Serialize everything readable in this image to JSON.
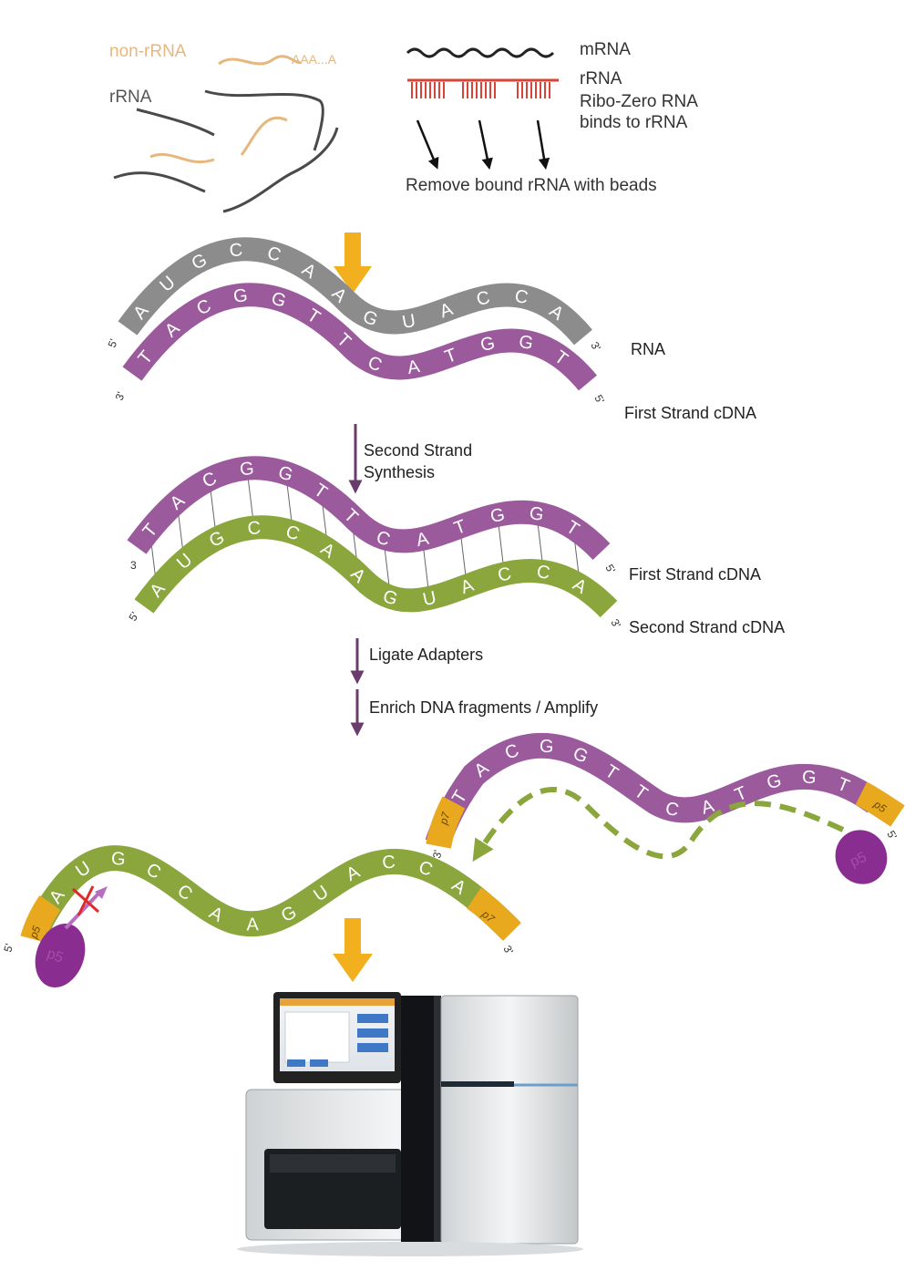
{
  "depletion": {
    "non_rrna_label": "non-rRNA",
    "rrna_label": "rRNA",
    "poly_a": "AAA...A",
    "legend": {
      "mrna": "mRNA",
      "rrna": "rRNA",
      "ribozero_line1": "Ribo-Zero RNA",
      "ribozero_line2": "binds to rRNA"
    },
    "remove_text": "Remove bound rRNA with beads"
  },
  "stage1": {
    "rna_label": "RNA",
    "first_strand_label": "First Strand cDNA",
    "rna_seq": [
      "A",
      "U",
      "G",
      "C",
      "C",
      "A",
      "A",
      "G",
      "U",
      "A",
      "C",
      "C",
      "A"
    ],
    "cdna_seq": [
      "T",
      "A",
      "C",
      "G",
      "G",
      "T",
      "T",
      "C",
      "A",
      "T",
      "G",
      "G",
      "T"
    ],
    "end_5": "5'",
    "end_3": "3'"
  },
  "step_second_strand": {
    "line1": "Second Strand",
    "line2": "Synthesis"
  },
  "stage2": {
    "first_strand_label": "First Strand cDNA",
    "second_strand_label": "Second Strand cDNA",
    "top_seq": [
      "T",
      "A",
      "C",
      "G",
      "G",
      "T",
      "T",
      "C",
      "A",
      "T",
      "G",
      "G",
      "T"
    ],
    "bottom_seq": [
      "A",
      "U",
      "G",
      "C",
      "C",
      "A",
      "A",
      "G",
      "U",
      "A",
      "C",
      "C",
      "A"
    ],
    "end_3": "3",
    "end_5": "5'",
    "end_3b": "3'"
  },
  "step_ligate": "Ligate Adapters",
  "step_enrich": "Enrich DNA fragments / Amplify",
  "stage3": {
    "top_seq": [
      "T",
      "A",
      "C",
      "G",
      "G",
      "T",
      "T",
      "C",
      "A",
      "T",
      "G",
      "G",
      "T"
    ],
    "bottom_seq": [
      "A",
      "U",
      "G",
      "C",
      "C",
      "A",
      "A",
      "G",
      "U",
      "A",
      "C",
      "C",
      "A"
    ],
    "p7": "p7",
    "p5": "p5",
    "end_3": "3'",
    "end_5": "5'"
  },
  "colors": {
    "gray_strand": "#8c8c8c",
    "purple_strand": "#9b5a9c",
    "green_strand": "#8aa63c",
    "adapter": "#e8a91e",
    "arrow_orange": "#f2b01e",
    "arrow_purple": "#6a3c6b",
    "bead": "#8a2d91",
    "tan_rna": "#e6b77e",
    "dark_rna": "#4a4a4a",
    "ribozero_red": "#d64537"
  },
  "icons": [
    "down-arrow-icon",
    "bead-icon",
    "sequencer-machine-icon",
    "blocked-x-icon"
  ]
}
